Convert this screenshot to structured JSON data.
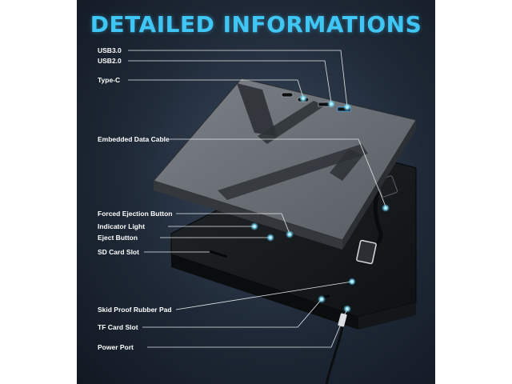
{
  "title": "DETAILED INFORMATIONS",
  "labels": {
    "usb30": "USB3.0",
    "usb20": "USB2.0",
    "typec": "Type-C",
    "cable": "Embedded Data Cable",
    "forced_eject": "Forced Ejection Button",
    "indicator": "Indicator Light",
    "eject": "Eject Button",
    "sd_slot": "SD Card Slot",
    "rubber_pad": "Skid Proof Rubber Pad",
    "tf_slot": "TF Card Slot",
    "power": "Power Port"
  },
  "icons": {
    "callout_dot": "glowing-blue-dot"
  },
  "colors": {
    "title": "#3fc6f5",
    "accent_dot": "#4fd2ff",
    "panel_bg": "#1e2836"
  }
}
